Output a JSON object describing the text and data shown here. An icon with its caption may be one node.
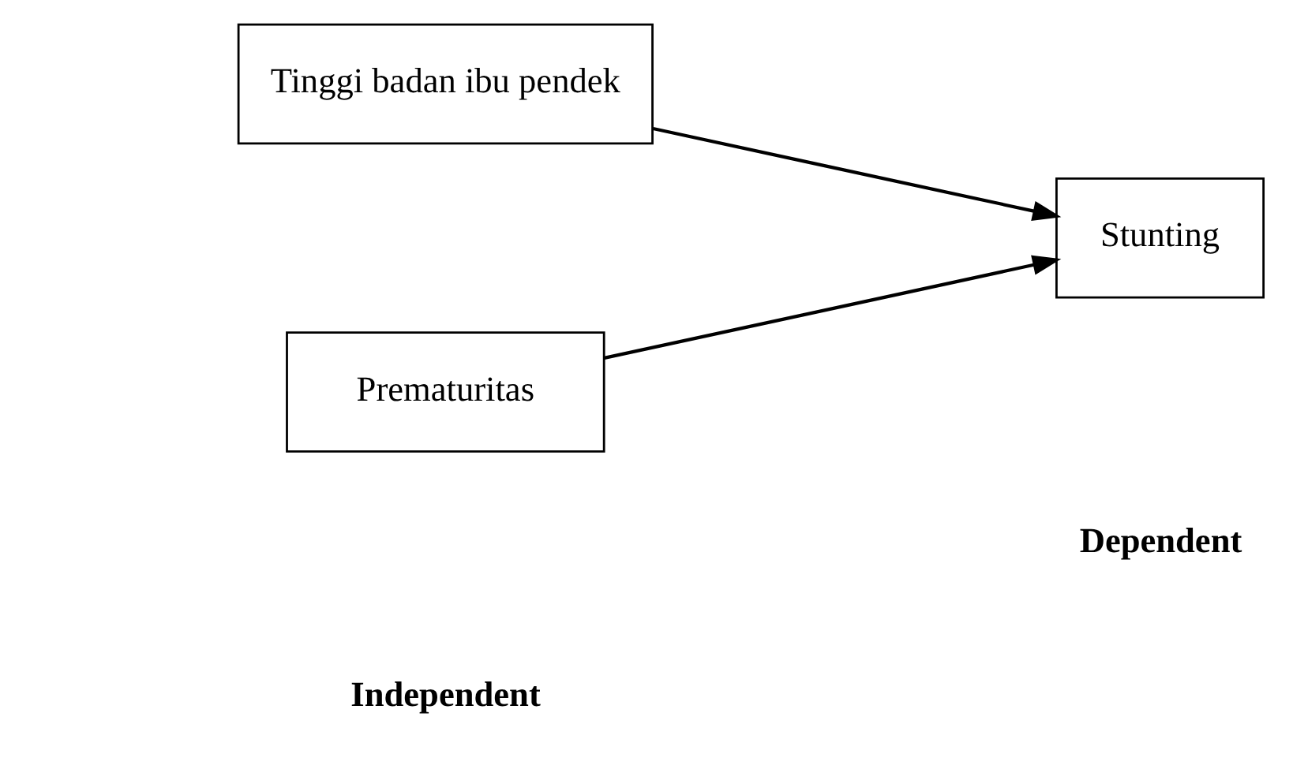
{
  "diagram": {
    "nodes": [
      {
        "text": [
          "Tinggi badan ibu pendek"
        ]
      },
      {
        "text": [
          "Prematuritas"
        ]
      },
      {
        "text": [
          "Stunting"
        ]
      }
    ],
    "edges": [
      {
        "from": 0,
        "to": 2,
        "arrow": "to"
      },
      {
        "from": 1,
        "to": 2,
        "arrow": "to"
      }
    ],
    "labels": [
      "Independent",
      "Dependent"
    ]
  }
}
